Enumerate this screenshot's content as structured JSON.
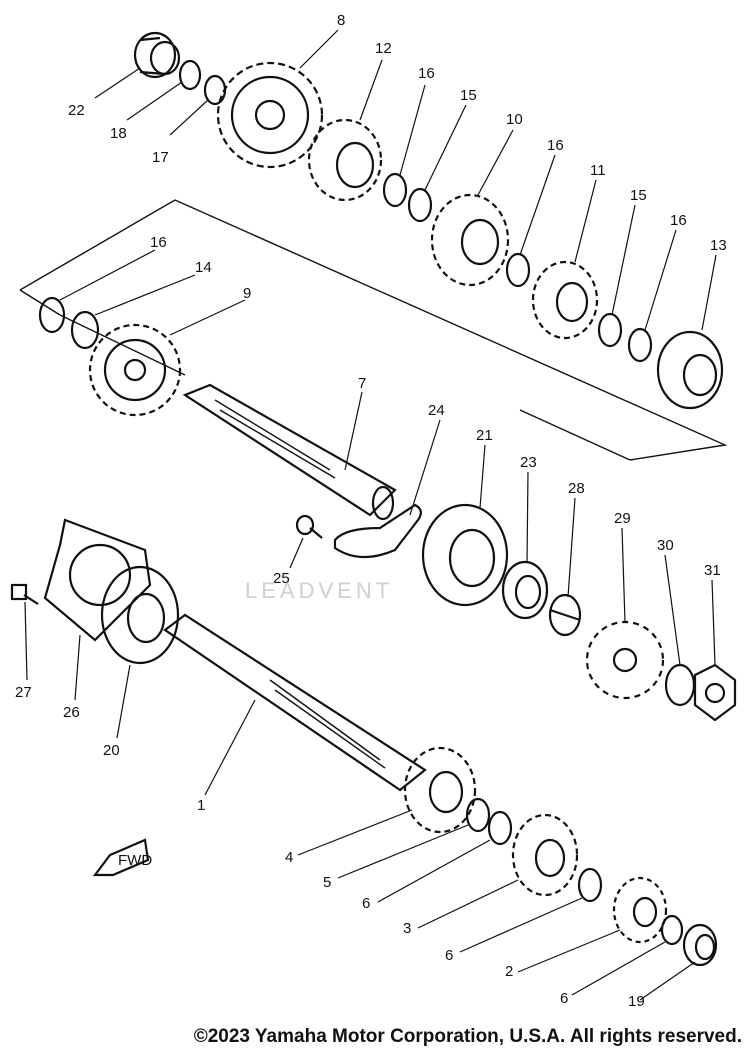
{
  "diagram": {
    "watermark": "LEADVENT",
    "copyright": "©2023 Yamaha Motor Corporation, U.S.A. All rights reserved.",
    "fwd_label": "FWD",
    "callouts": [
      {
        "id": "22",
        "label": "22"
      },
      {
        "id": "18",
        "label": "18"
      },
      {
        "id": "17",
        "label": "17"
      },
      {
        "id": "8",
        "label": "8"
      },
      {
        "id": "12",
        "label": "12"
      },
      {
        "id": "16a",
        "label": "16"
      },
      {
        "id": "15a",
        "label": "15"
      },
      {
        "id": "10",
        "label": "10"
      },
      {
        "id": "16b",
        "label": "16"
      },
      {
        "id": "11",
        "label": "11"
      },
      {
        "id": "15b",
        "label": "15"
      },
      {
        "id": "16c",
        "label": "16"
      },
      {
        "id": "13",
        "label": "13"
      },
      {
        "id": "16d",
        "label": "16"
      },
      {
        "id": "14",
        "label": "14"
      },
      {
        "id": "9",
        "label": "9"
      },
      {
        "id": "7",
        "label": "7"
      },
      {
        "id": "24",
        "label": "24"
      },
      {
        "id": "21",
        "label": "21"
      },
      {
        "id": "23",
        "label": "23"
      },
      {
        "id": "28",
        "label": "28"
      },
      {
        "id": "29",
        "label": "29"
      },
      {
        "id": "30",
        "label": "30"
      },
      {
        "id": "31",
        "label": "31"
      },
      {
        "id": "25",
        "label": "25"
      },
      {
        "id": "27",
        "label": "27"
      },
      {
        "id": "26",
        "label": "26"
      },
      {
        "id": "20",
        "label": "20"
      },
      {
        "id": "1",
        "label": "1"
      },
      {
        "id": "4",
        "label": "4"
      },
      {
        "id": "5",
        "label": "5"
      },
      {
        "id": "6a",
        "label": "6"
      },
      {
        "id": "3",
        "label": "3"
      },
      {
        "id": "6b",
        "label": "6"
      },
      {
        "id": "2",
        "label": "2"
      },
      {
        "id": "6c",
        "label": "6"
      },
      {
        "id": "19",
        "label": "19"
      }
    ]
  }
}
